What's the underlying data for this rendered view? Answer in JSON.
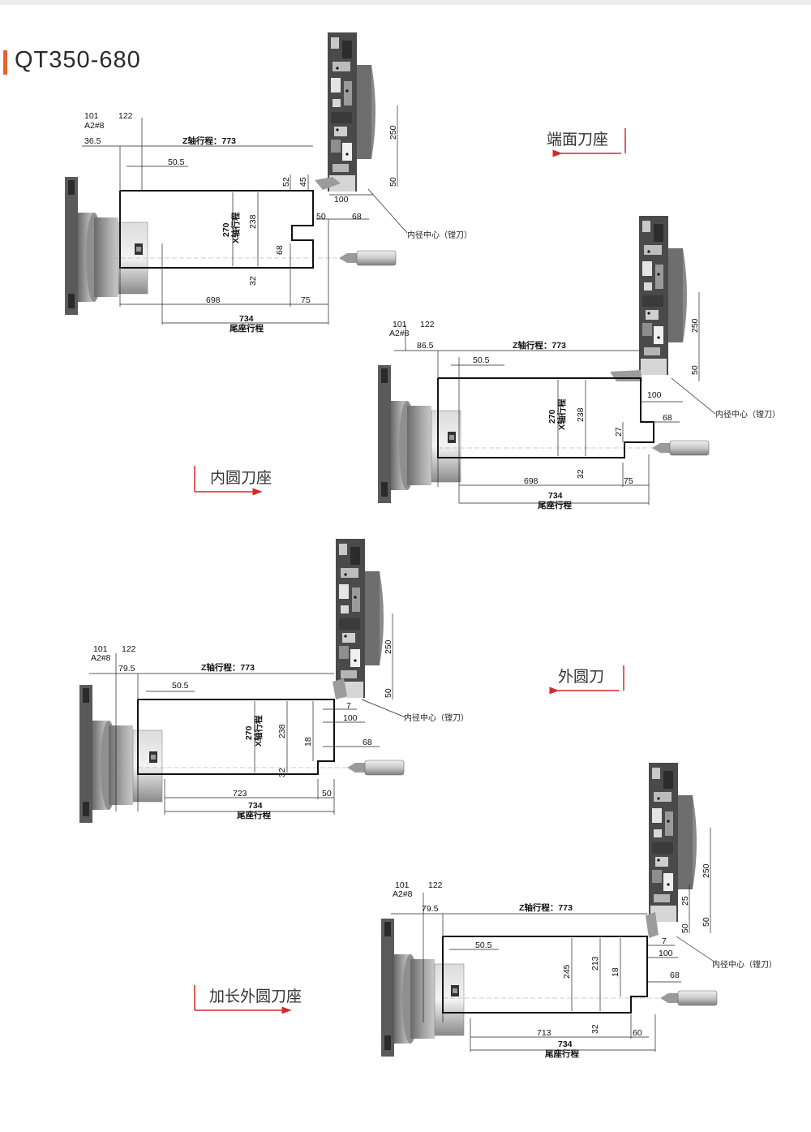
{
  "title": "QT350-680",
  "colors": {
    "accent": "#e8632a",
    "label_arrow": "#d42a2a",
    "outline": "#111111"
  },
  "diagrams": [
    {
      "label": "端面刀座",
      "dims": {
        "a101": "101",
        "spindle": "A2#8",
        "a122": "122",
        "z_offset": "36.5",
        "z_travel": "Z轴行程：773",
        "tool_offset": "50.5",
        "d52": "52",
        "d45": "45",
        "d250": "250",
        "d50": "50",
        "d100": "100",
        "d50b": "50",
        "d68": "68",
        "x270": "270",
        "x_travel": "X轴行程",
        "d238": "238",
        "d68b": "68",
        "d32": "32",
        "d698": "698",
        "d75": "75",
        "d734": "734",
        "tail_travel": "尾座行程"
      },
      "note": "内径中心（镗刀）"
    },
    {
      "label": "内圆刀座",
      "dims": {
        "a101": "101",
        "spindle": "A2#8",
        "a122": "122",
        "z_offset": "86.5",
        "z_travel": "Z轴行程：773",
        "tool_offset": "50.5",
        "d250": "250",
        "d50": "50",
        "d100": "100",
        "d68": "68",
        "x270": "270",
        "x_travel": "X轴行程",
        "d238": "238",
        "d27": "27",
        "d32": "32",
        "d698": "698",
        "d75": "75",
        "d734": "734",
        "tail_travel": "尾座行程"
      },
      "note": "内径中心（镗刀）"
    },
    {
      "label": "外圆刀",
      "dims": {
        "a101": "101",
        "spindle": "A2#8",
        "a122": "122",
        "z_offset": "79.5",
        "z_travel": "Z轴行程：773",
        "tool_offset": "50.5",
        "d250": "250",
        "d50": "50",
        "d7": "7",
        "d100": "100",
        "d68": "68",
        "x270": "270",
        "x_travel": "X轴行程",
        "d238": "238",
        "d18": "18",
        "d32": "32",
        "d723": "723",
        "d50b": "50",
        "d734": "734",
        "tail_travel": "尾座行程"
      },
      "note": "内径中心（镗刀）"
    },
    {
      "label": "加长外圆刀座",
      "dims": {
        "a101": "101",
        "spindle": "A2#8",
        "a122": "122",
        "z_offset": "79.5",
        "z_travel": "Z轴行程：773",
        "tool_offset": "50.5",
        "d250": "250",
        "d25": "25",
        "d50": "50",
        "d50b": "50",
        "d7": "7",
        "d100": "100",
        "d68": "68",
        "d245": "245",
        "d213": "213",
        "d18": "18",
        "d32": "32",
        "d713": "713",
        "d60": "60",
        "d734": "734",
        "tail_travel": "尾座行程"
      },
      "note": "内径中心（镗刀）"
    }
  ]
}
